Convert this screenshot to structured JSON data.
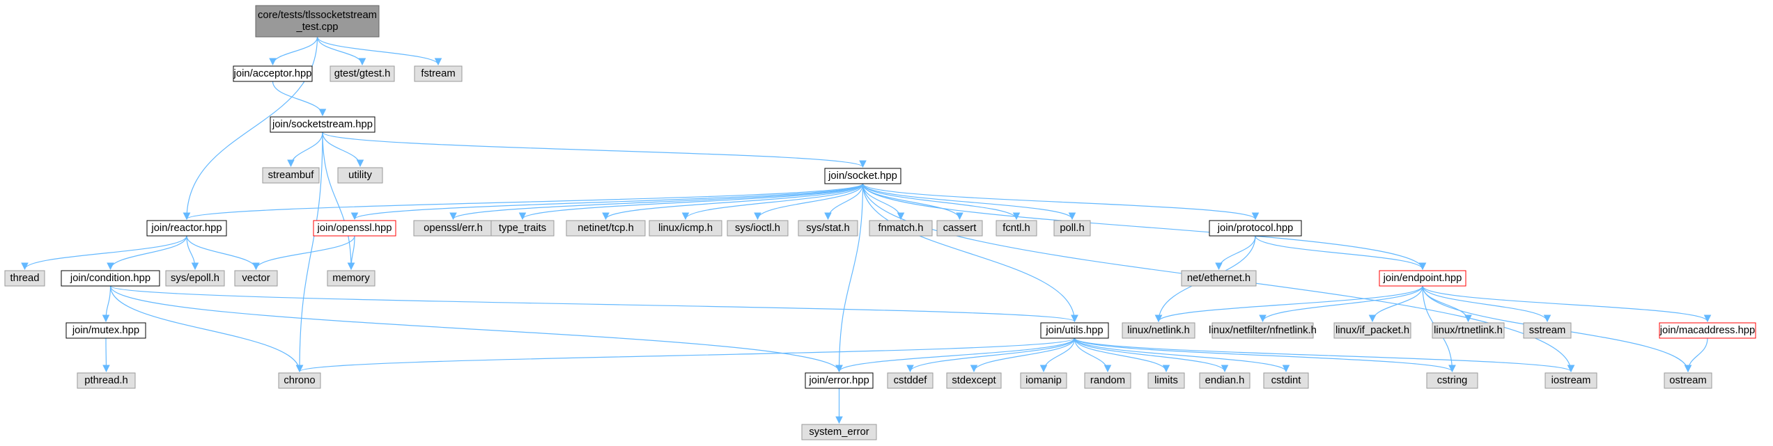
{
  "diagram": {
    "type": "include-dependency-graph",
    "colors": {
      "edge": "#63b8ff",
      "root_fill": "#999999",
      "root_border": "#666666",
      "local_fill": "#ffffff",
      "local_border": "#000000",
      "system_fill": "#e0e0e0",
      "system_border": "#999999",
      "truncated_border": "#ff0000"
    },
    "nodes": [
      {
        "id": "root",
        "label": [
          "core/tests/tlssocketstream",
          "_test.cpp"
        ],
        "kind": "root"
      },
      {
        "id": "acceptor",
        "label": [
          "join/acceptor.hpp"
        ],
        "kind": "local"
      },
      {
        "id": "gtest",
        "label": [
          "gtest/gtest.h"
        ],
        "kind": "system"
      },
      {
        "id": "fstream",
        "label": [
          "fstream"
        ],
        "kind": "system"
      },
      {
        "id": "socketstream",
        "label": [
          "join/socketstream.hpp"
        ],
        "kind": "local"
      },
      {
        "id": "streambuf",
        "label": [
          "streambuf"
        ],
        "kind": "system"
      },
      {
        "id": "utility",
        "label": [
          "utility"
        ],
        "kind": "system"
      },
      {
        "id": "socket",
        "label": [
          "join/socket.hpp"
        ],
        "kind": "local"
      },
      {
        "id": "reactor",
        "label": [
          "join/reactor.hpp"
        ],
        "kind": "local"
      },
      {
        "id": "openssl",
        "label": [
          "join/openssl.hpp"
        ],
        "kind": "truncated"
      },
      {
        "id": "opensslerr",
        "label": [
          "openssl/err.h"
        ],
        "kind": "system"
      },
      {
        "id": "type_traits",
        "label": [
          "type_traits"
        ],
        "kind": "system"
      },
      {
        "id": "tcp",
        "label": [
          "netinet/tcp.h"
        ],
        "kind": "system"
      },
      {
        "id": "icmp",
        "label": [
          "linux/icmp.h"
        ],
        "kind": "system"
      },
      {
        "id": "ioctl",
        "label": [
          "sys/ioctl.h"
        ],
        "kind": "system"
      },
      {
        "id": "stat",
        "label": [
          "sys/stat.h"
        ],
        "kind": "system"
      },
      {
        "id": "fnmatch",
        "label": [
          "fnmatch.h"
        ],
        "kind": "system"
      },
      {
        "id": "cassert",
        "label": [
          "cassert"
        ],
        "kind": "system"
      },
      {
        "id": "fcntl",
        "label": [
          "fcntl.h"
        ],
        "kind": "system"
      },
      {
        "id": "poll",
        "label": [
          "poll.h"
        ],
        "kind": "system"
      },
      {
        "id": "protocol",
        "label": [
          "join/protocol.hpp"
        ],
        "kind": "local"
      },
      {
        "id": "thread",
        "label": [
          "thread"
        ],
        "kind": "system"
      },
      {
        "id": "condition",
        "label": [
          "join/condition.hpp"
        ],
        "kind": "local"
      },
      {
        "id": "epoll",
        "label": [
          "sys/epoll.h"
        ],
        "kind": "system"
      },
      {
        "id": "vector",
        "label": [
          "vector"
        ],
        "kind": "system"
      },
      {
        "id": "memory",
        "label": [
          "memory"
        ],
        "kind": "system"
      },
      {
        "id": "ethernet",
        "label": [
          "net/ethernet.h"
        ],
        "kind": "system"
      },
      {
        "id": "endpoint",
        "label": [
          "join/endpoint.hpp"
        ],
        "kind": "truncated"
      },
      {
        "id": "mutex",
        "label": [
          "join/mutex.hpp"
        ],
        "kind": "local"
      },
      {
        "id": "utils",
        "label": [
          "join/utils.hpp"
        ],
        "kind": "local"
      },
      {
        "id": "netlink",
        "label": [
          "linux/netlink.h"
        ],
        "kind": "system"
      },
      {
        "id": "nfnetlink",
        "label": [
          "linux/netfilter/nfnetlink.h"
        ],
        "kind": "system"
      },
      {
        "id": "if_packet",
        "label": [
          "linux/if_packet.h"
        ],
        "kind": "system"
      },
      {
        "id": "rtnetlink",
        "label": [
          "linux/rtnetlink.h"
        ],
        "kind": "system"
      },
      {
        "id": "sstream",
        "label": [
          "sstream"
        ],
        "kind": "system"
      },
      {
        "id": "macaddress",
        "label": [
          "join/macaddress.hpp"
        ],
        "kind": "truncated"
      },
      {
        "id": "pthread",
        "label": [
          "pthread.h"
        ],
        "kind": "system"
      },
      {
        "id": "chrono",
        "label": [
          "chrono"
        ],
        "kind": "system"
      },
      {
        "id": "error",
        "label": [
          "join/error.hpp"
        ],
        "kind": "local"
      },
      {
        "id": "cstddef",
        "label": [
          "cstddef"
        ],
        "kind": "system"
      },
      {
        "id": "stdexcept",
        "label": [
          "stdexcept"
        ],
        "kind": "system"
      },
      {
        "id": "iomanip",
        "label": [
          "iomanip"
        ],
        "kind": "system"
      },
      {
        "id": "random",
        "label": [
          "random"
        ],
        "kind": "system"
      },
      {
        "id": "limits",
        "label": [
          "limits"
        ],
        "kind": "system"
      },
      {
        "id": "endian",
        "label": [
          "endian.h"
        ],
        "kind": "system"
      },
      {
        "id": "cstdint",
        "label": [
          "cstdint"
        ],
        "kind": "system"
      },
      {
        "id": "cstring",
        "label": [
          "cstring"
        ],
        "kind": "system"
      },
      {
        "id": "iostream",
        "label": [
          "iostream"
        ],
        "kind": "system"
      },
      {
        "id": "ostream",
        "label": [
          "ostream"
        ],
        "kind": "system"
      },
      {
        "id": "system_error",
        "label": [
          "system_error"
        ],
        "kind": "system"
      }
    ],
    "edges": [
      [
        "root",
        "acceptor"
      ],
      [
        "root",
        "gtest"
      ],
      [
        "root",
        "fstream"
      ],
      [
        "root",
        "reactor"
      ],
      [
        "acceptor",
        "socketstream"
      ],
      [
        "socketstream",
        "streambuf"
      ],
      [
        "socketstream",
        "utility"
      ],
      [
        "socketstream",
        "socket"
      ],
      [
        "socketstream",
        "chrono"
      ],
      [
        "socketstream",
        "memory"
      ],
      [
        "socket",
        "reactor"
      ],
      [
        "socket",
        "openssl"
      ],
      [
        "socket",
        "opensslerr"
      ],
      [
        "socket",
        "type_traits"
      ],
      [
        "socket",
        "tcp"
      ],
      [
        "socket",
        "icmp"
      ],
      [
        "socket",
        "ioctl"
      ],
      [
        "socket",
        "stat"
      ],
      [
        "socket",
        "fnmatch"
      ],
      [
        "socket",
        "cassert"
      ],
      [
        "socket",
        "fcntl"
      ],
      [
        "socket",
        "poll"
      ],
      [
        "socket",
        "protocol"
      ],
      [
        "socket",
        "endpoint"
      ],
      [
        "socket",
        "utils"
      ],
      [
        "socket",
        "error"
      ],
      [
        "socket",
        "iostream"
      ],
      [
        "reactor",
        "thread"
      ],
      [
        "reactor",
        "condition"
      ],
      [
        "reactor",
        "epoll"
      ],
      [
        "reactor",
        "vector"
      ],
      [
        "openssl",
        "vector"
      ],
      [
        "openssl",
        "memory"
      ],
      [
        "protocol",
        "ethernet"
      ],
      [
        "protocol",
        "endpoint"
      ],
      [
        "protocol",
        "netlink"
      ],
      [
        "condition",
        "mutex"
      ],
      [
        "condition",
        "chrono"
      ],
      [
        "condition",
        "utils"
      ],
      [
        "condition",
        "error"
      ],
      [
        "mutex",
        "pthread"
      ],
      [
        "endpoint",
        "netlink"
      ],
      [
        "endpoint",
        "nfnetlink"
      ],
      [
        "endpoint",
        "if_packet"
      ],
      [
        "endpoint",
        "rtnetlink"
      ],
      [
        "endpoint",
        "sstream"
      ],
      [
        "endpoint",
        "macaddress"
      ],
      [
        "endpoint",
        "cstring"
      ],
      [
        "endpoint",
        "ostream"
      ],
      [
        "macaddress",
        "ostream"
      ],
      [
        "utils",
        "chrono"
      ],
      [
        "utils",
        "error"
      ],
      [
        "utils",
        "cstddef"
      ],
      [
        "utils",
        "stdexcept"
      ],
      [
        "utils",
        "iomanip"
      ],
      [
        "utils",
        "random"
      ],
      [
        "utils",
        "limits"
      ],
      [
        "utils",
        "endian"
      ],
      [
        "utils",
        "cstdint"
      ],
      [
        "utils",
        "cstring"
      ],
      [
        "utils",
        "iostream"
      ],
      [
        "error",
        "system_error"
      ]
    ]
  }
}
